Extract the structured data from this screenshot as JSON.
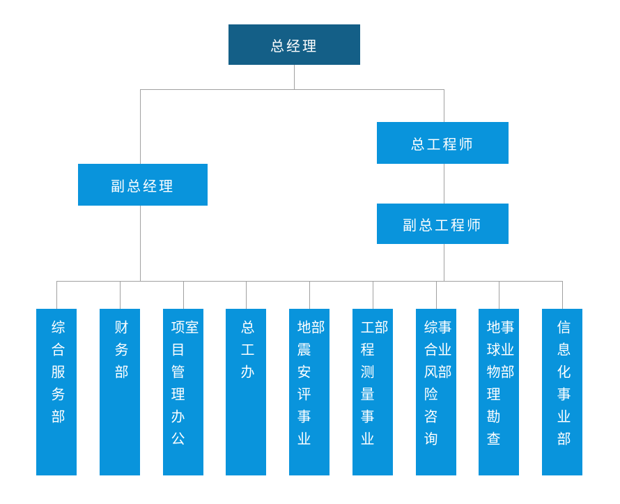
{
  "org_chart": {
    "root": {
      "label": "总经理"
    },
    "deputy_general_manager": {
      "label": "副总经理"
    },
    "chief_engineer": {
      "label": "总工程师"
    },
    "deputy_chief_engineer": {
      "label": "副总工程师"
    },
    "departments": [
      {
        "label": "综合服务部"
      },
      {
        "label": "财务部"
      },
      {
        "label": "项目管理办公室"
      },
      {
        "label": "总工办"
      },
      {
        "label": "地震安评事业部"
      },
      {
        "label": "工程测量事业部"
      },
      {
        "label": "综合风险咨询事业部"
      },
      {
        "label": "地球物理勘查事业部"
      },
      {
        "label": "信息化事业部"
      }
    ],
    "colors": {
      "root_node_bg": "#145F87",
      "node_bg": "#0994DC",
      "connector": "#A0A0A0",
      "text": "#FFFFFF"
    }
  }
}
